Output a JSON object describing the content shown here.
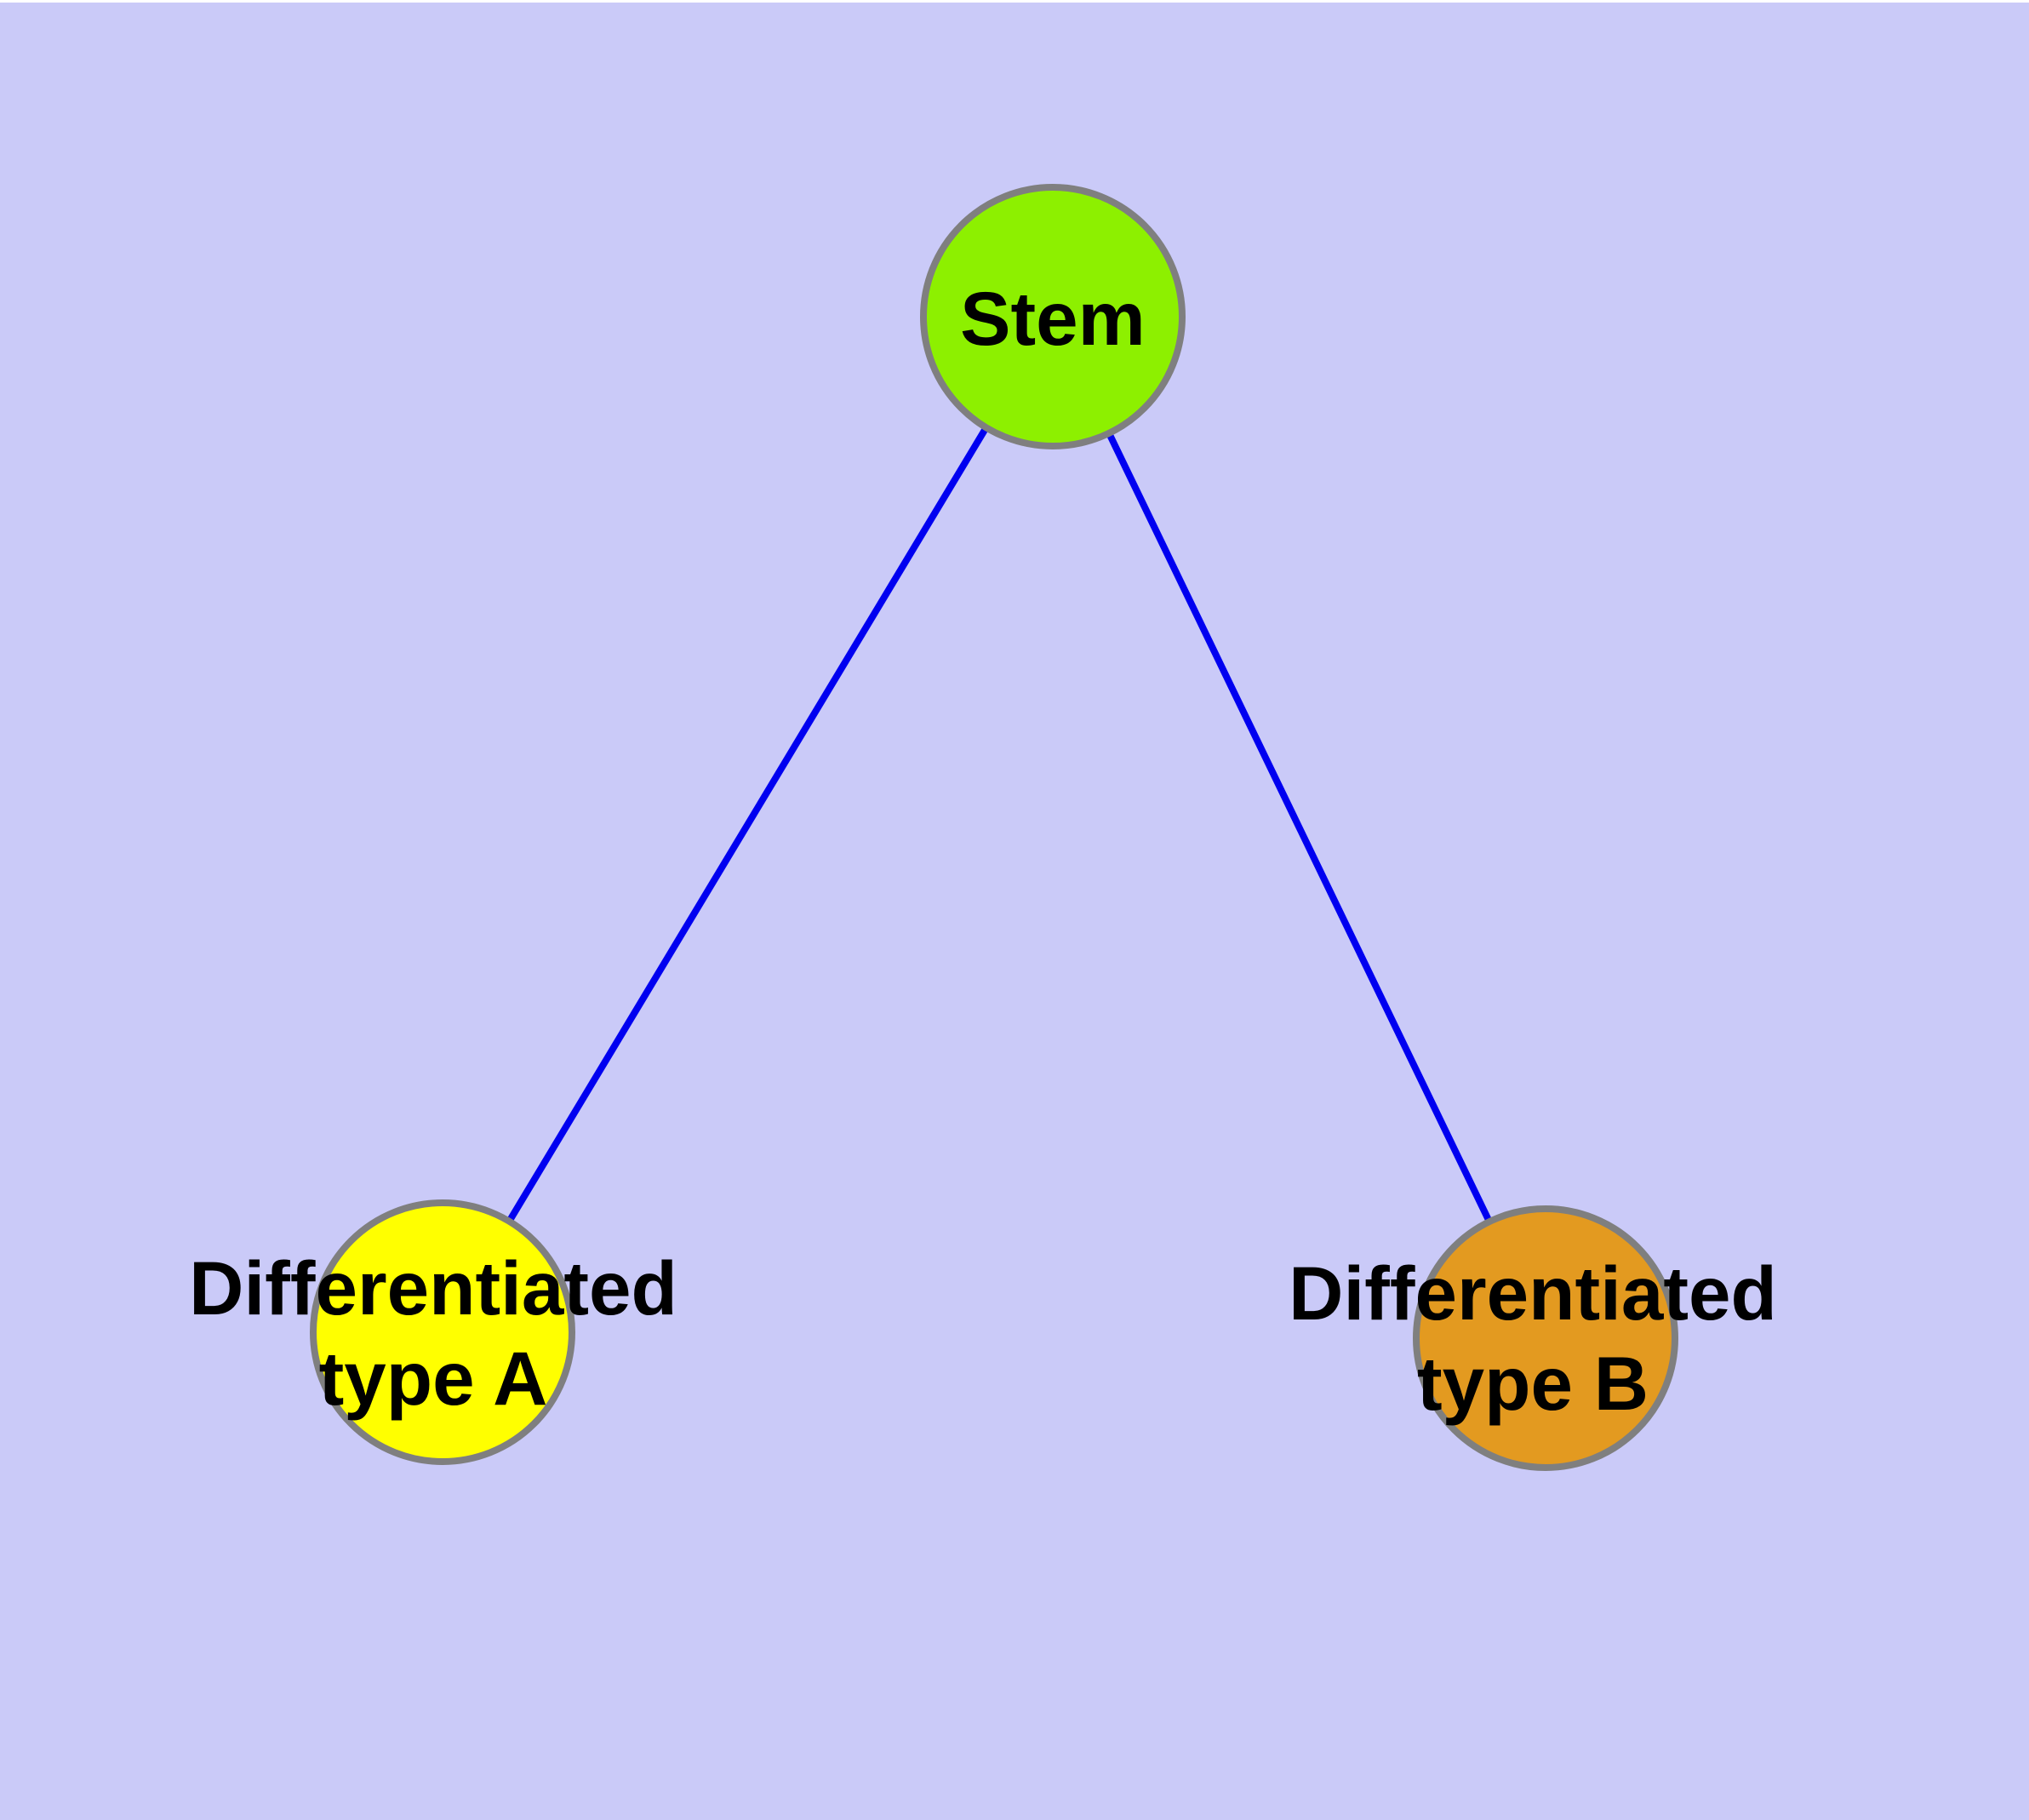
{
  "diagram": {
    "type": "graph",
    "background_color": "#cacaf8",
    "top_margin_color": "#ffffff",
    "edge_color": "#0000f0",
    "node_border_color": "#7f7f7f",
    "label_color": "#000000",
    "nodes": [
      {
        "id": "stem",
        "label": "Stem",
        "color": "#8df000"
      },
      {
        "id": "differentiated-a",
        "label": "Differentiated\ntype A",
        "color": "#ffff00"
      },
      {
        "id": "differentiated-b",
        "label": "Differentiated\ntype B",
        "color": "#e39a20"
      }
    ],
    "edges": [
      {
        "source": "Stem",
        "target": "Differentiated type A"
      },
      {
        "source": "Stem",
        "target": "Differentiated type B"
      }
    ]
  }
}
